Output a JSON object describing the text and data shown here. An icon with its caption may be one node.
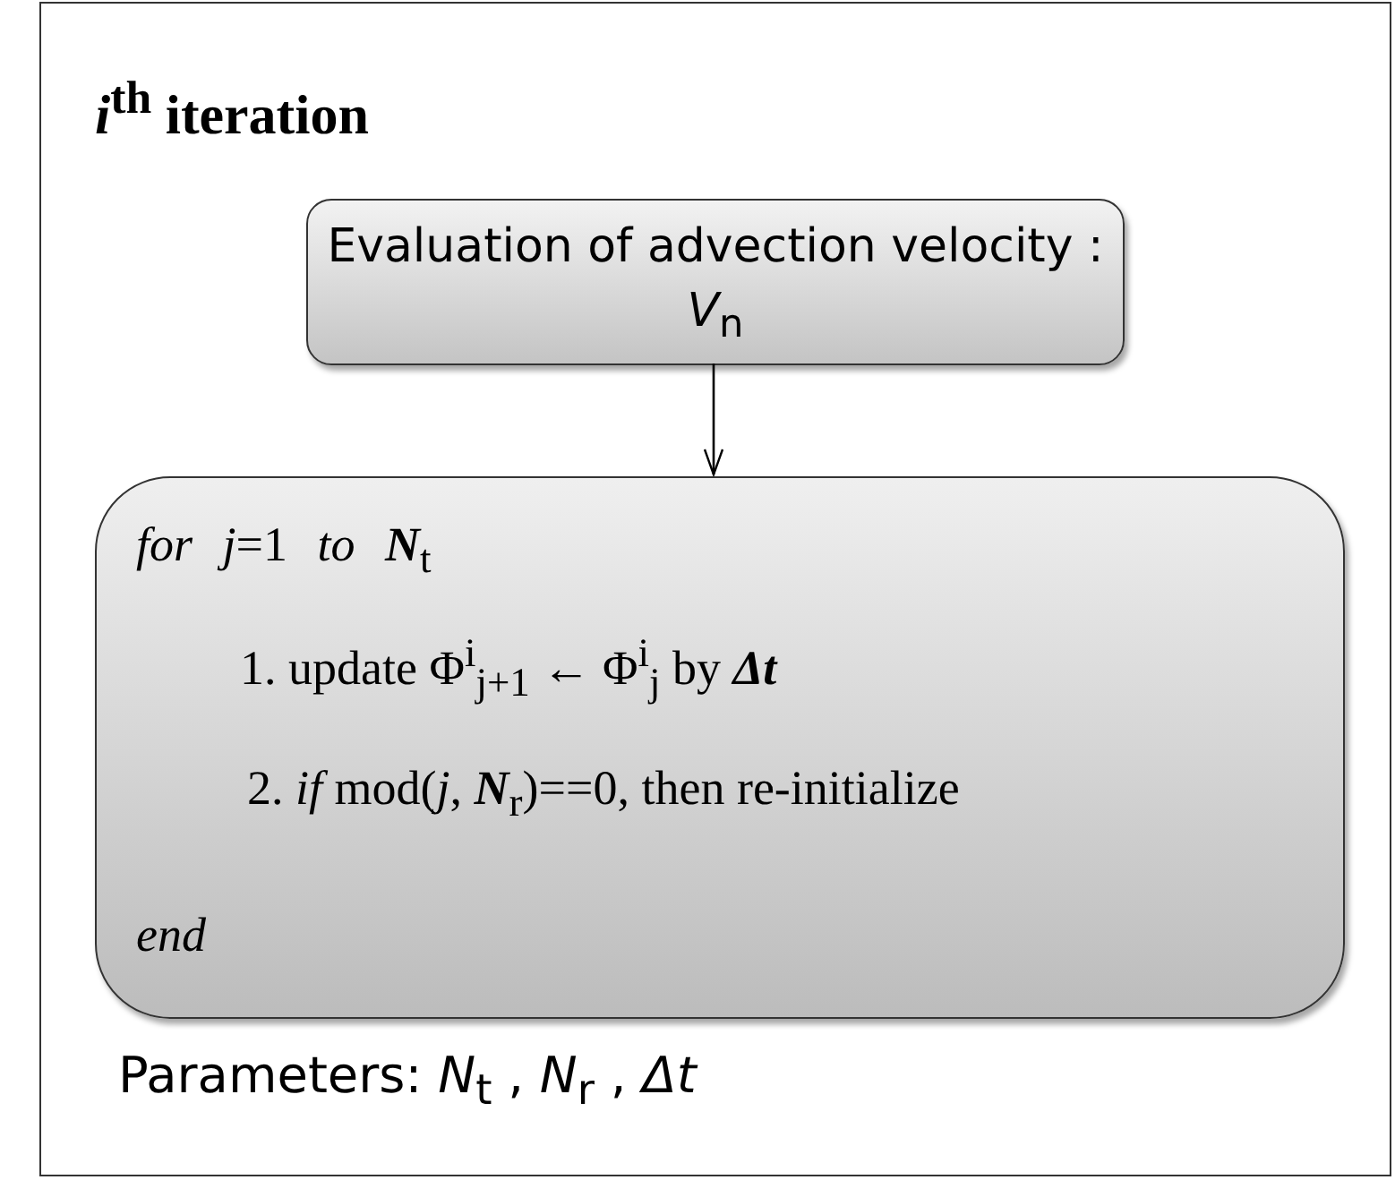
{
  "diagram": {
    "nodes": [
      {
        "text": [
          "*i*$^{th}$ iteration",
          "Parameters: *N*$_{t}$ , *N*$_{r}$ , *Δt*"
        ]
      },
      {
        "text": [
          "Evaluation of advection velocity : *V*$_{n}$"
        ],
        "in": 0
      },
      {
        "text": [
          "*for* *j*=1 *to* **N**$_{t}$",
          "1. update Φ$^{i}$$_{j+1}$ ← Φ$^{i}$$_{j}$ by **Δt**",
          "2. *if* mod(*j*, **N**$_{r}$)==0, then re-initialize",
          "*end*"
        ],
        "in": 0
      }
    ],
    "edges": [
      {
        "from": 1,
        "to": 2,
        "arrow": "to"
      }
    ]
  }
}
